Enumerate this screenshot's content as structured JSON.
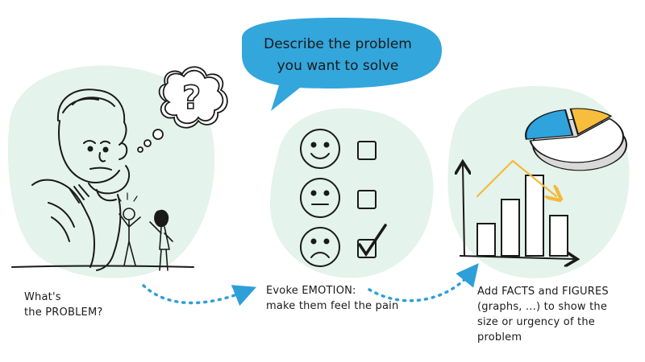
{
  "speech_bubble": {
    "text": "Describe the problem\nyou want to solve"
  },
  "thought_bubble": {
    "symbol": "?"
  },
  "steps": [
    {
      "caption": "What's\nthe PROBLEM?"
    },
    {
      "caption": "Evoke EMOTION:\nmake them feel the pain"
    },
    {
      "caption": "Add FACTS and FIGURES\n(graphs, ...) to show the\nsize or urgency of the\nproblem"
    }
  ],
  "colors": {
    "blob_background": "#e4f3ec",
    "bubble_blue": "#33a6dc",
    "dotted_arrow": "#2e9fd8",
    "pie_yellow": "#f8bd3c",
    "pie_blue": "#2ea3dc",
    "trend_arrow": "#f4b93a",
    "ink": "#1a1a1a"
  },
  "icons": [
    "thinking-man-icon",
    "arguing-couple-icon",
    "smiley-checklist-icon",
    "pie-chart-icon",
    "bar-chart-icon"
  ],
  "chart_data": [
    {
      "type": "bar",
      "categories": [
        "",
        "",
        "",
        ""
      ],
      "values": [
        2,
        3.5,
        5,
        2.5
      ],
      "title": "",
      "xlabel": "",
      "ylabel": ""
    },
    {
      "type": "pie",
      "categories": [
        "",
        "",
        ""
      ],
      "values": [
        60,
        25,
        15
      ],
      "title": ""
    }
  ]
}
